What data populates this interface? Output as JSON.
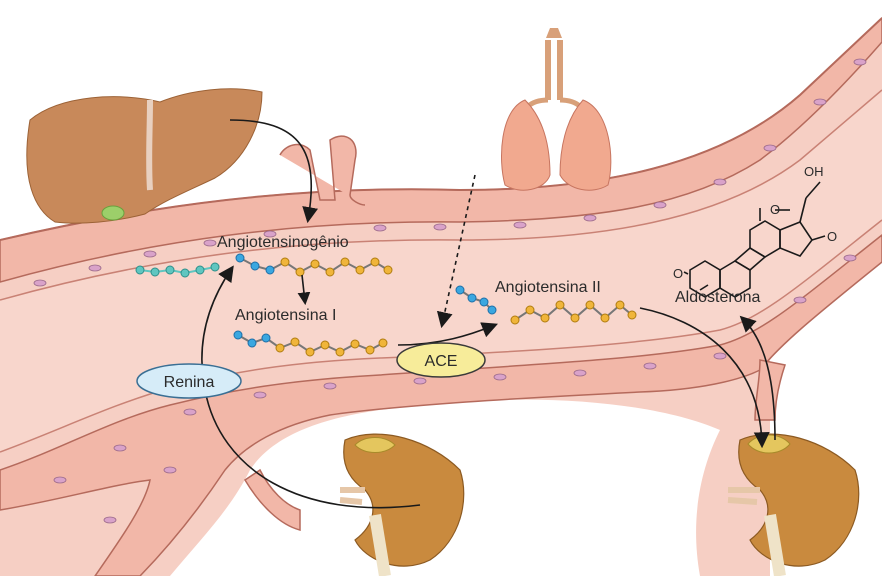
{
  "diagram": {
    "labels": {
      "angiotensinogen": "Angiotensinogênio",
      "angiotensin_i": "Angiotensina I",
      "angiotensin_ii": "Angiotensina II",
      "aldosterone": "Aldosterona",
      "renin": "Renina",
      "ace": "ACE",
      "hydroxyl": "OH",
      "oxygen_ring": "O",
      "oxygen_ketone": "O",
      "oxygen_a": "O"
    },
    "organs": [
      "liver-icon",
      "lungs-icon",
      "kidney-icon",
      "adrenal-kidney-icon"
    ],
    "colors": {
      "vessel_wall": "#f2b7a8",
      "vessel_lumen": "#f6cfc4",
      "bead_blue": "#3aa7e0",
      "bead_gold": "#f0b53a",
      "bead_teal": "#5fc6c0",
      "ace_fill": "#f7ec9a",
      "renin_fill": "#d6ecf8",
      "liver": "#c8895a",
      "lungs": "#f1a98f",
      "kidney": "#c98a3e"
    }
  }
}
